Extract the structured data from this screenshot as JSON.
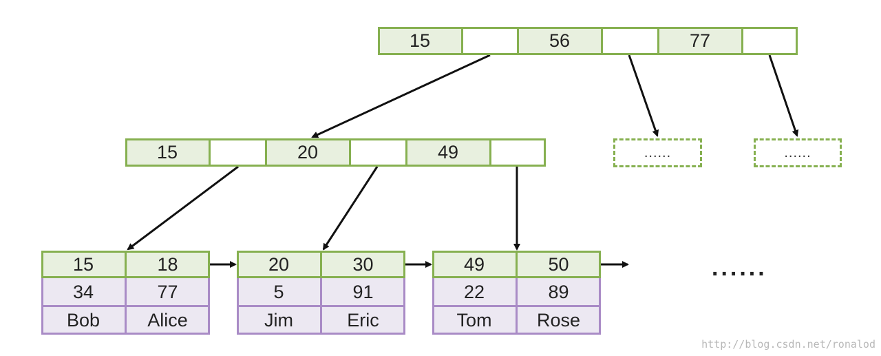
{
  "root": {
    "keys": [
      "15",
      "56",
      "77"
    ]
  },
  "internal": {
    "keys": [
      "15",
      "20",
      "49"
    ]
  },
  "placeholders": [
    "......",
    "......"
  ],
  "leaves": [
    {
      "keys": [
        "15",
        "18"
      ],
      "ids": [
        "34",
        "77"
      ],
      "names": [
        "Bob",
        "Alice"
      ]
    },
    {
      "keys": [
        "20",
        "30"
      ],
      "ids": [
        "5",
        "91"
      ],
      "names": [
        "Jim",
        "Eric"
      ]
    },
    {
      "keys": [
        "49",
        "50"
      ],
      "ids": [
        "22",
        "89"
      ],
      "names": [
        "Tom",
        "Rose"
      ]
    }
  ],
  "trailing_ellipsis": "......",
  "watermark": "http://blog.csdn.net/ronalod",
  "colors": {
    "key_fill": "#e8f0df",
    "key_border": "#86b050",
    "data_fill": "#ece8f2",
    "data_border": "#a98bc6",
    "arrow": "#111111"
  }
}
